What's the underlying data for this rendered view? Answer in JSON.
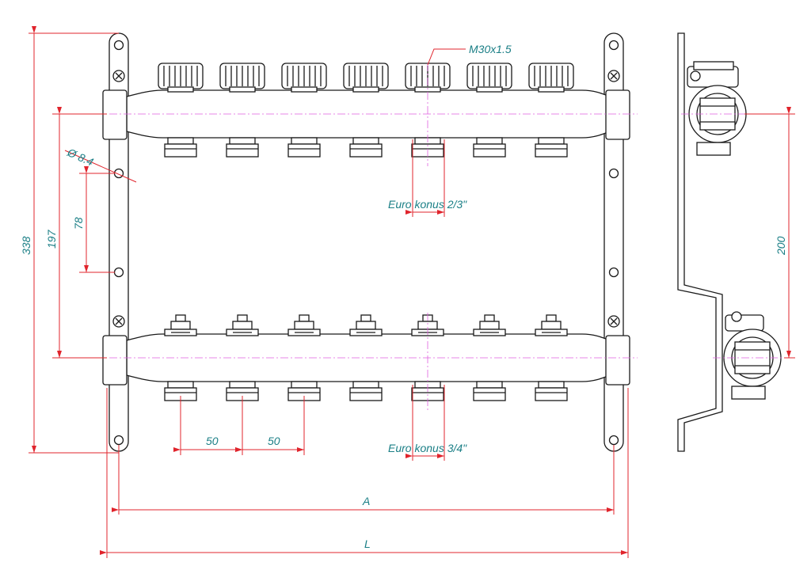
{
  "labels": {
    "thread": "M30x1.5",
    "hole_diameter": "Ø 8.4",
    "euro_top": "Euro konus 2/3\"",
    "euro_bottom": "Euro konus 3/4\"",
    "dim_total_height": "338",
    "dim_axis_distance": "197",
    "dim_hole_spacing": "78",
    "dim_outlet_step_1": "50",
    "dim_outlet_step_2": "50",
    "dim_mount_width": "A",
    "dim_total_width": "L",
    "dim_side_axis": "200"
  },
  "colors": {
    "outline": "#1a1a1a",
    "dimension": "#e0242c",
    "dimension_text": "#1b7f86",
    "centerline": "#e060e0"
  }
}
